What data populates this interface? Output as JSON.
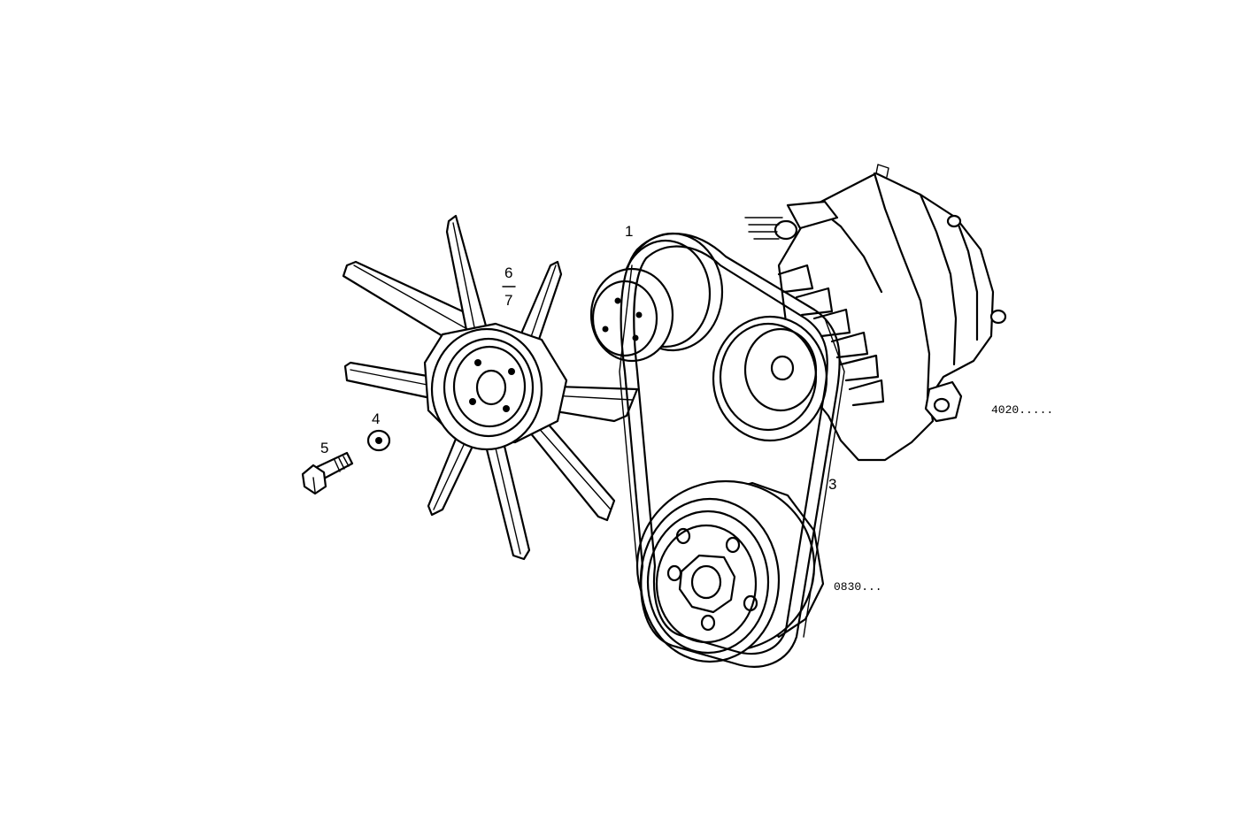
{
  "callouts": {
    "item_1": "1",
    "item_3": "3",
    "item_4": "4",
    "item_5": "5",
    "item_6": "6",
    "item_7": "7"
  },
  "references": {
    "alternator_group": "4020.....",
    "crankshaft_group": "0830..."
  }
}
